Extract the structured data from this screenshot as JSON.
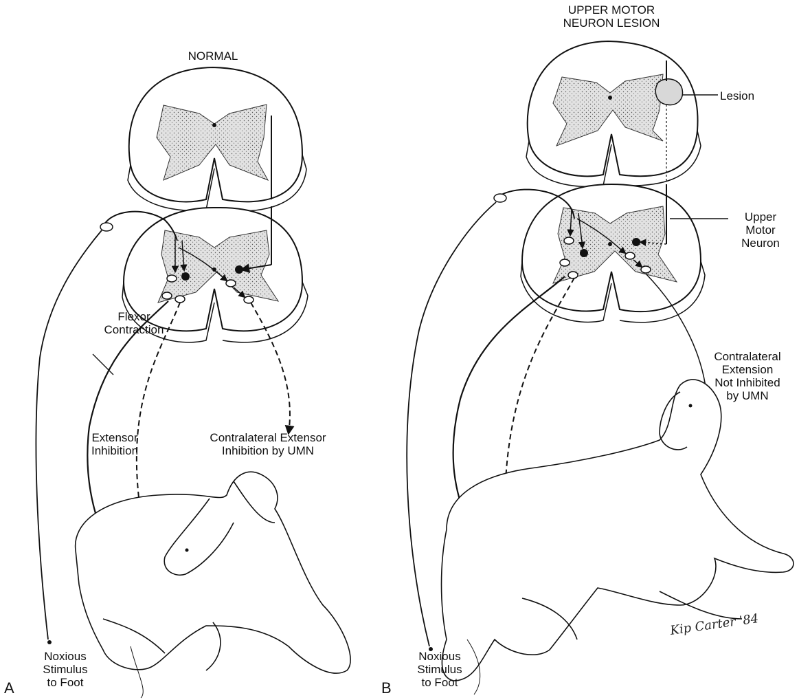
{
  "panel_a": {
    "letter": "A",
    "title": "NORMAL",
    "flexor": "Flexor\nContraction",
    "extensor": "Extensor\nInhibition",
    "contralateral": "Contralateral Extensor\nInhibition by UMN",
    "stimulus": "Noxious\nStimulus\nto Foot"
  },
  "panel_b": {
    "letter": "B",
    "title": "UPPER MOTOR\nNEURON LESION",
    "lesion": "Lesion",
    "umn": "Upper\nMotor\nNeuron",
    "contralateral": "Contralateral\nExtension\nNot Inhibited\nby UMN",
    "stimulus": "Noxious\nStimulus\nto Foot"
  },
  "signature": "Kip Carter '84"
}
